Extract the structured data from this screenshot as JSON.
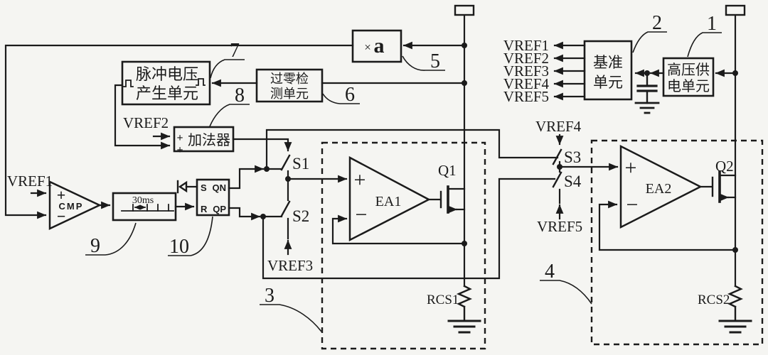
{
  "colors": {
    "ink": "#1b1b1b",
    "background": "#f5f5f2"
  },
  "blocks": {
    "pulse_unit": {
      "line1": "脉冲电压",
      "line2": "产生单元"
    },
    "zero_cross_unit": {
      "line1": "过零检",
      "line2": "测单元"
    },
    "adder": {
      "label": "加法器"
    },
    "multiplier": {
      "times": "×",
      "gain": "a"
    },
    "reference_unit": {
      "line1": "基准",
      "line2": "单元"
    },
    "hv_supply_unit": {
      "line1": "高压供",
      "line2": "电单元"
    },
    "comparator": {
      "label": "CMP"
    },
    "delay": {
      "label": "30ms"
    },
    "flipflop": {
      "pin_s": "S",
      "pin_r": "R",
      "pin_qn": "QN",
      "pin_qp": "QP"
    },
    "ea1": {
      "label": "EA1"
    },
    "ea2": {
      "label": "EA2"
    }
  },
  "components": {
    "q1": "Q1",
    "q2": "Q2",
    "rcs1": "RCS1",
    "rcs2": "RCS2",
    "s1": "S1",
    "s2": "S2",
    "s3": "S3",
    "s4": "S4"
  },
  "signals": {
    "ref_outputs": [
      "VREF1",
      "VREF2",
      "VREF3",
      "VREF4",
      "VREF5"
    ],
    "vref1_cmp": "VREF1",
    "vref2_adder": "VREF2",
    "vref3_s2": "VREF3",
    "vref4_s3": "VREF4",
    "vref5_s4": "VREF5"
  },
  "ref_numbers": {
    "hv_supply": "1",
    "reference": "2",
    "stage1": "3",
    "stage2": "4",
    "multiplier": "5",
    "zero_cross": "6",
    "pulse": "7",
    "adder": "8",
    "delay": "9",
    "flipflop": "10"
  },
  "symbols": {
    "plus": "+",
    "minus": "−"
  }
}
